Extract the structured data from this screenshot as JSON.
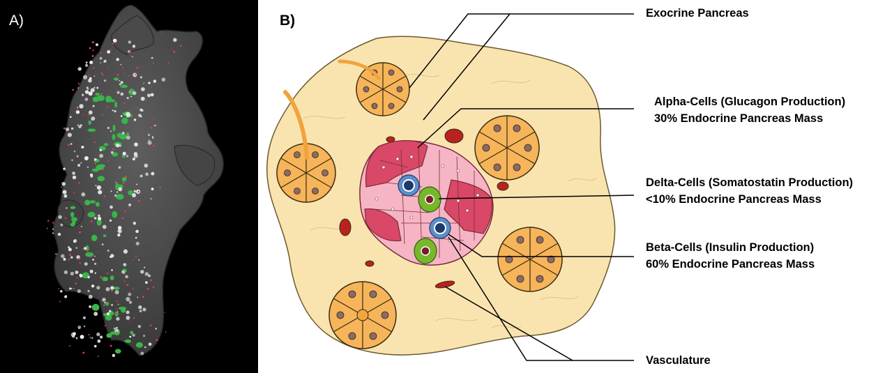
{
  "panel_a": {
    "label": "A)",
    "colors": {
      "background": "#000000",
      "tissue": "#4a4a4a",
      "green_cells": "#39b54a",
      "white_cells": "#f0f0f0",
      "red_specks": "#d9405a"
    }
  },
  "panel_b": {
    "label": "B)",
    "colors": {
      "tissue": "#f9e4b0",
      "acinus": "#f6b55a",
      "alpha_cell": "#d94866",
      "delta_cell": "#76b82a",
      "beta_cell": "#f5b5c4",
      "vessel": "#b8221f",
      "nucleus_blue": "#5a8fc9"
    },
    "callouts": {
      "exocrine": "Exocrine Pancreas",
      "alpha_line1": "Alpha-Cells (Glucagon Production)",
      "alpha_line2": "30% Endocrine Pancreas Mass",
      "delta_line1": "Delta-Cells (Somatostatin Production)",
      "delta_line2": "<10% Endocrine Pancreas Mass",
      "beta_line1": "Beta-Cells (Insulin Production)",
      "beta_line2": "60% Endocrine Pancreas Mass",
      "vasculature": "Vasculature"
    }
  }
}
